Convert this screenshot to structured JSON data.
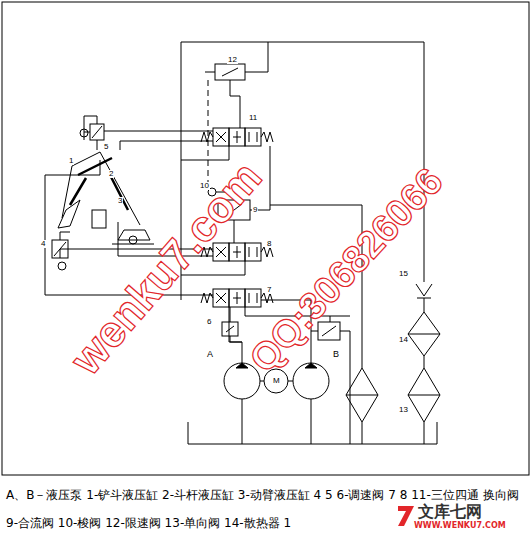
{
  "diagram": {
    "caption": "A、B－液压泵 1-铲斗液压缸 2-斗杆液压缸 3-动臂液压缸 4 5 6-调速阀 7 8 11-三位四通 换向阀 9-合流阀 10-梭阀 12-限速阀 13-单向阀 14-散热器 1",
    "labels": [
      "12",
      "11",
      "5",
      "1",
      "2",
      "10",
      "3",
      "9",
      "4",
      "8",
      "7",
      "6",
      "A",
      "M",
      "B",
      "15",
      "14",
      "13",
      "wenku7.com",
      "QQ:306826066",
      "文库七网",
      "WWW.WENKU7.COM"
    ]
  }
}
